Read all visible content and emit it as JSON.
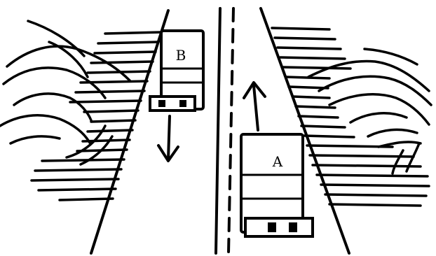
{
  "diagram": {
    "vehicle_a": {
      "label": "A",
      "direction": "up"
    },
    "vehicle_b": {
      "label": "B",
      "direction": "down"
    },
    "colors": {
      "ink": "#000000",
      "paper": "#ffffff"
    },
    "icons": [
      "up-arrow-icon",
      "down-arrow-icon"
    ]
  }
}
